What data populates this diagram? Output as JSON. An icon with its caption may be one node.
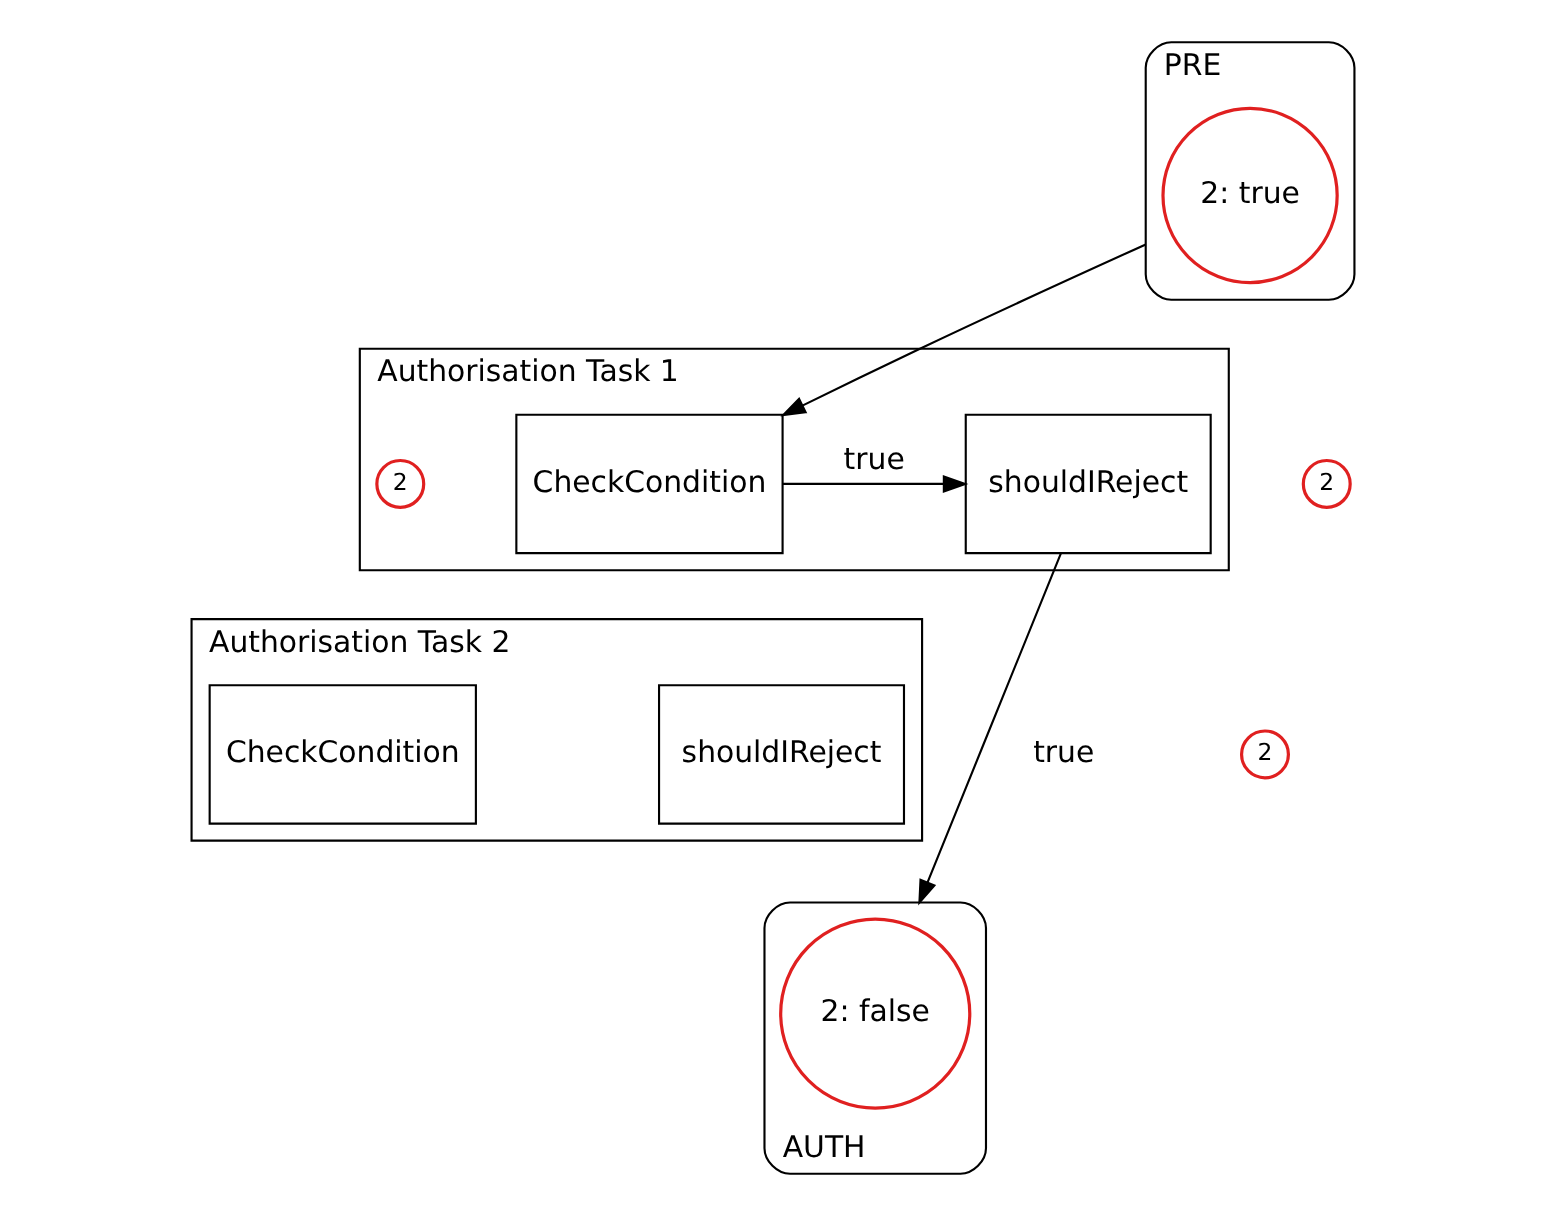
{
  "diagram": {
    "nodes": [
      {
        "text": [
          "PRE"
        ]
      },
      {
        "text": [
          "2: true"
        ],
        "in": 0
      },
      {
        "text": [
          "Authorisation Task 1"
        ]
      },
      {
        "text": [
          "CheckCondition"
        ],
        "in": 2
      },
      {
        "text": [
          "shouldIReject"
        ],
        "in": 2
      },
      {
        "text": [
          "Authorisation Task 2"
        ]
      },
      {
        "text": [
          "CheckCondition"
        ],
        "in": 5
      },
      {
        "text": [
          "shouldIReject"
        ],
        "in": 5
      },
      {
        "text": [
          "AUTH"
        ]
      },
      {
        "text": [
          "2: false"
        ],
        "in": 8
      },
      {
        "text": [
          "2"
        ]
      },
      {
        "text": [
          "2"
        ],
        "in": 2
      },
      {
        "text": [
          "2"
        ]
      }
    ],
    "edges": [
      {
        "from": 0,
        "to": 3,
        "arrow": "to"
      },
      {
        "from": 3,
        "to": 4,
        "arrow": "to",
        "label": "true"
      },
      {
        "from": 4,
        "to": 8,
        "arrow": "to",
        "label": "true"
      }
    ]
  }
}
